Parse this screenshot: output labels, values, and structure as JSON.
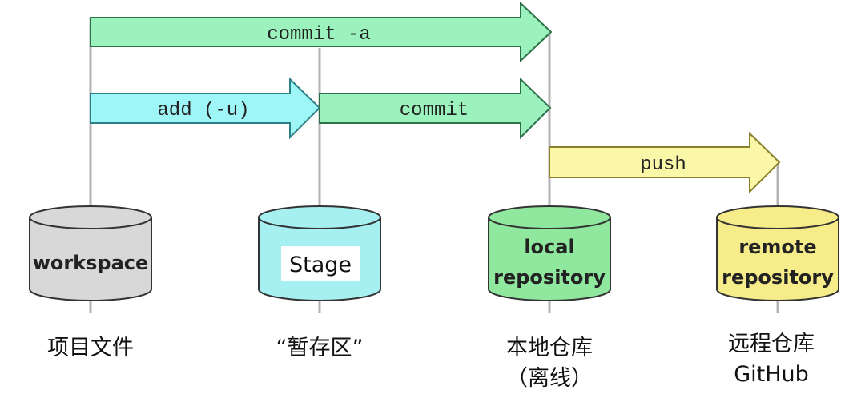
{
  "arrows": {
    "commit_all": "commit -a",
    "add": "add (-u)",
    "commit": "commit",
    "push": "push"
  },
  "stores": {
    "workspace": {
      "label": "workspace",
      "color": "#d8d8d8"
    },
    "stage": {
      "label": "Stage",
      "color": "#a6f0f2"
    },
    "local": {
      "label_line1": "local",
      "label_line2": "repository",
      "color": "#8fe89e"
    },
    "remote": {
      "label_line1": "remote",
      "label_line2": "repository",
      "color": "#f7ec8a"
    }
  },
  "captions": {
    "workspace": "项目文件",
    "stage": "“暂存区”",
    "local_line1": "本地仓库",
    "local_line2": "（离线）",
    "remote_line1": "远程仓库",
    "remote_line2": "GitHub"
  },
  "colors": {
    "green_arrow": "#9bf2bd",
    "cyan_arrow": "#9ef6f6",
    "yellow_arrow": "#fbf7a8",
    "guide_line": "#b3b3b3",
    "outline": "#333333"
  }
}
